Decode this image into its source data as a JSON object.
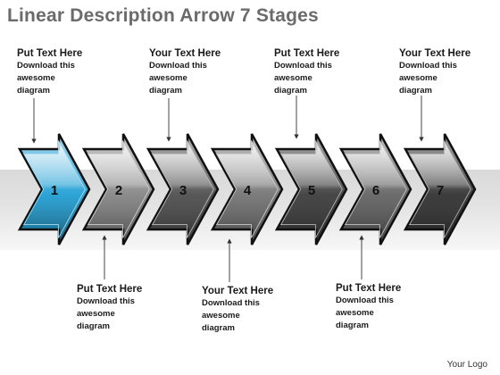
{
  "title": "Linear Description Arrow 7 Stages",
  "stages": [
    {
      "number": "1",
      "color": "#29a3d6"
    },
    {
      "number": "2",
      "color": "#8a8a8a"
    },
    {
      "number": "3",
      "color": "#555555"
    },
    {
      "number": "4",
      "color": "#7a7a7a"
    },
    {
      "number": "5",
      "color": "#444444"
    },
    {
      "number": "6",
      "color": "#6a6a6a"
    },
    {
      "number": "7",
      "color": "#3a3a3a"
    }
  ],
  "top_callouts": [
    {
      "heading": "Put Text Here",
      "text": "Download this awesome diagram"
    },
    {
      "heading": "Your Text Here",
      "text": "Download this awesome diagram"
    },
    {
      "heading": "Put Text Here",
      "text": "Download this awesome diagram"
    },
    {
      "heading": "Your Text Here",
      "text": "Download this awesome diagram"
    }
  ],
  "bottom_callouts": [
    {
      "heading": "Put Text Here",
      "text": "Download this awesome diagram"
    },
    {
      "heading": "Your Text Here",
      "text": "Download this awesome diagram"
    },
    {
      "heading": "Put Text Here",
      "text": "Download this awesome diagram"
    }
  ],
  "logo": "Your Logo"
}
